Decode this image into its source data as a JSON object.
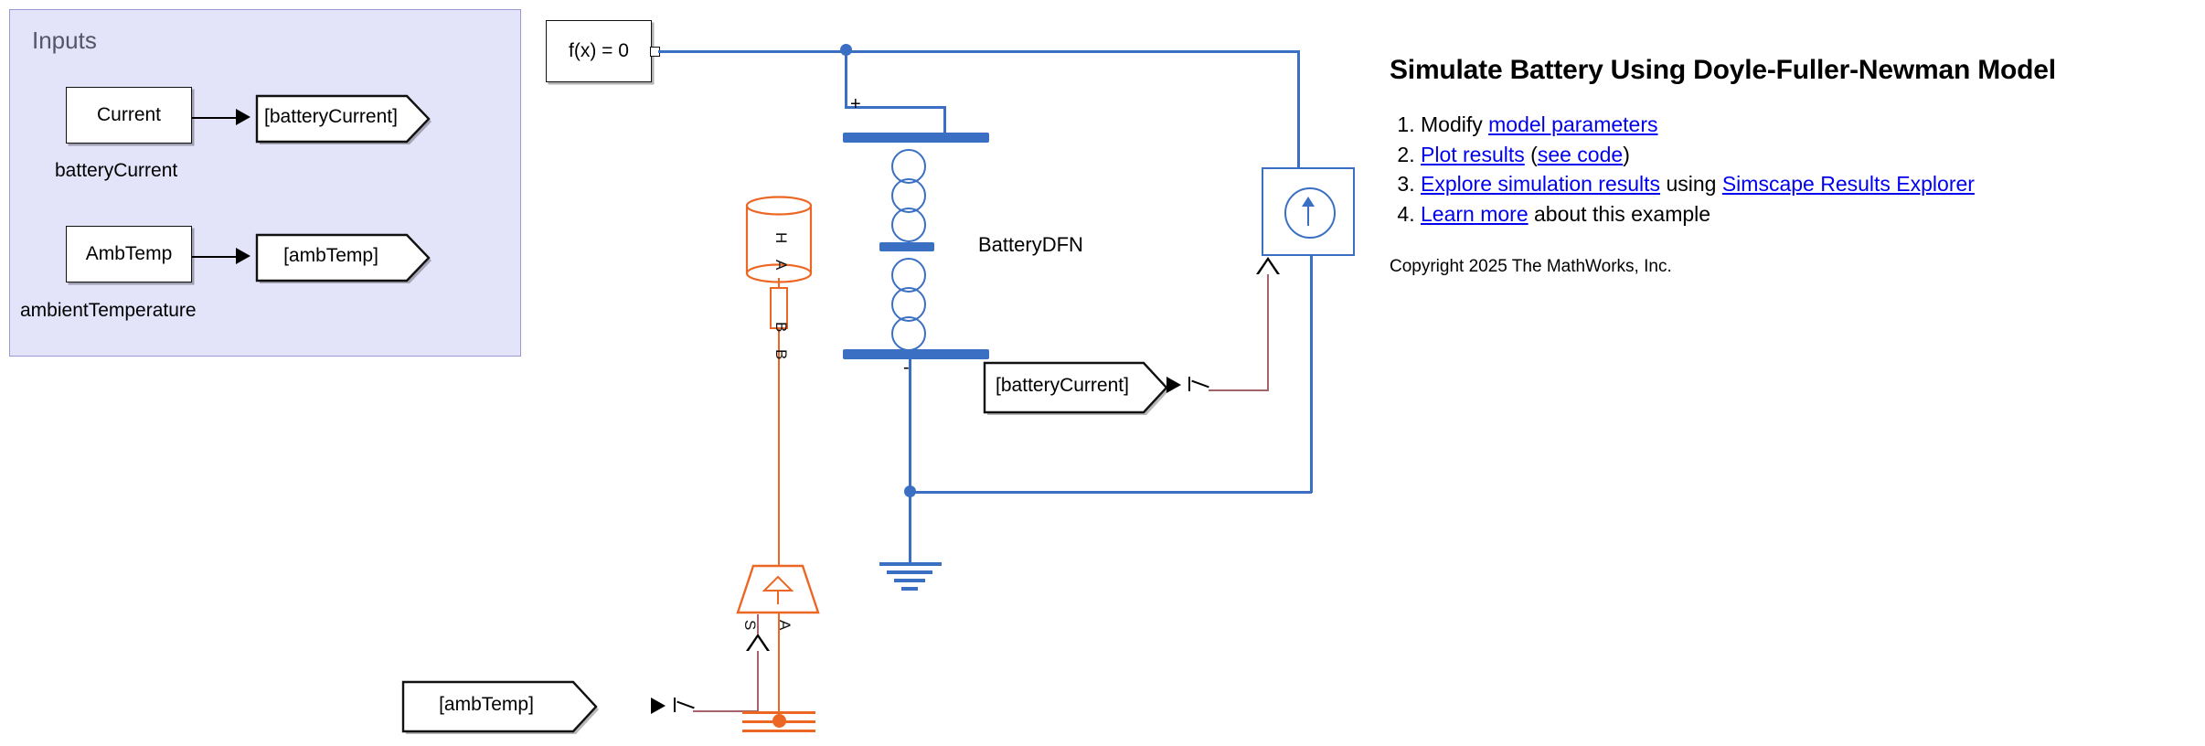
{
  "diagram": {
    "inputs_group": {
      "title": "Inputs",
      "blocks": [
        {
          "name": "Current",
          "label": "batteryCurrent",
          "tag": "[batteryCurrent]"
        },
        {
          "name": "AmbTemp",
          "label": "ambientTemperature",
          "tag": "[ambTemp]"
        }
      ]
    },
    "solver_block": {
      "text": "f(x) = 0"
    },
    "battery": {
      "label": "BatteryDFN",
      "positive_terminal": "+",
      "negative_terminal": "-",
      "thermal_port_label": "H"
    },
    "thermal": {
      "convection_port_a": "A",
      "convection_port_b": "B",
      "temp_source_port_s": "S",
      "temp_source_port_a": "A",
      "temp_source_port_b": "B"
    },
    "from_tags": {
      "battery_current": "[batteryCurrent]",
      "amb_temp": "[ambTemp]"
    },
    "colors": {
      "electrical": "#3a6fc4",
      "thermal": "#ec6724",
      "physical_signal": "#a5636a",
      "group_fill": "#e3e3fa",
      "link": "#0000ee"
    }
  },
  "panel": {
    "title": "Simulate Battery Using Doyle-Fuller-Newman Model",
    "steps": [
      {
        "pre": "Modify ",
        "link1": "model parameters",
        "mid": "",
        "link2": "",
        "post": ""
      },
      {
        "pre": "",
        "link1": "Plot results",
        "mid": " (",
        "link2": "see code",
        "post": ")"
      },
      {
        "pre": "",
        "link1": "Explore simulation results",
        "mid": " using ",
        "link2": "Simscape Results Explorer",
        "post": ""
      },
      {
        "pre": "",
        "link1": "Learn more",
        "mid": " about this example",
        "link2": "",
        "post": ""
      }
    ],
    "copyright": "Copyright 2025 The MathWorks, Inc."
  }
}
